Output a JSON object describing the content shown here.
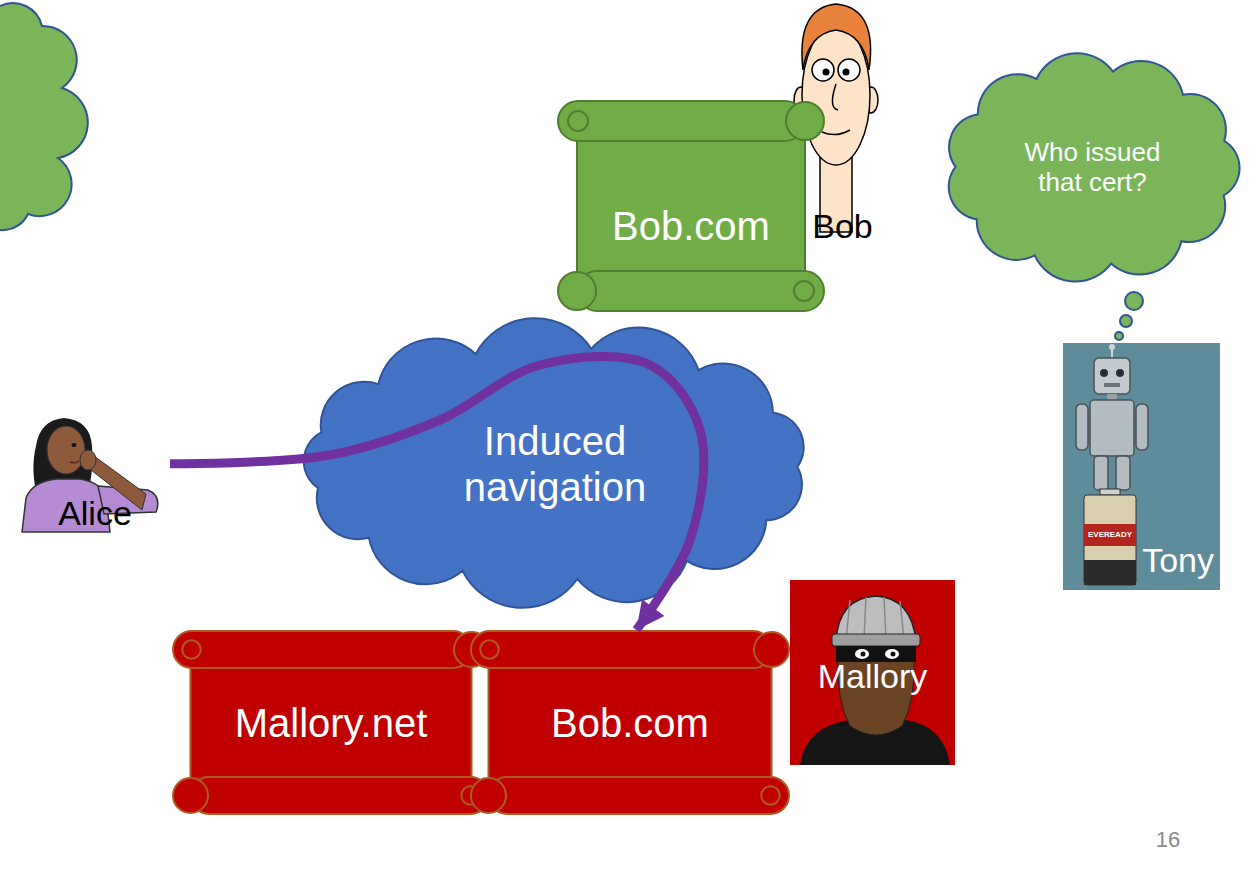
{
  "diagram": {
    "nodes": [
      {
        "text": [
          "Bob"
        ]
      },
      {
        "text": [
          "Bob.com"
        ]
      },
      {
        "text": [
          "Who issued that cert?"
        ]
      },
      {
        "text": [
          "Alice"
        ]
      },
      {
        "text": [
          "Induced navigation"
        ]
      },
      {
        "text": [
          "Tony"
        ]
      },
      {
        "text": [
          "Mallory.net"
        ]
      },
      {
        "text": [
          "Bob.com"
        ]
      },
      {
        "text": [
          "Mallory"
        ]
      }
    ],
    "edges": [
      {
        "from": 3,
        "to": 7,
        "arrow": "to"
      }
    ],
    "labels": [
      "EVEREADY",
      "16"
    ]
  }
}
